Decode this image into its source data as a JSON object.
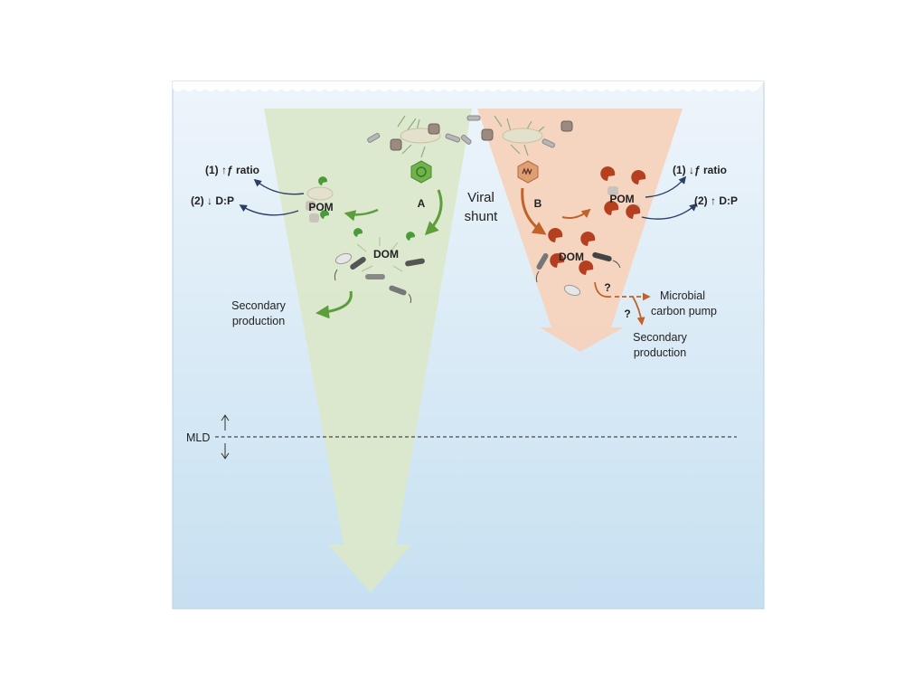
{
  "viral_shunt": {
    "line1": "Viral",
    "line2": "shunt"
  },
  "left": {
    "marker": "A",
    "f_ratio": "(1) ↑ƒ ratio",
    "dp": "(2) ↓ D:P",
    "pom": "POM",
    "dom": "DOM",
    "secondary_line1": "Secondary",
    "secondary_line2": "production"
  },
  "right": {
    "marker": "B",
    "f_ratio": "(1) ↓ƒ ratio",
    "dp": "(2) ↑ D:P",
    "pom": "POM",
    "dom": "DOM",
    "q1": "?",
    "q2": "?",
    "mcp_line1": "Microbial",
    "mcp_line2": "carbon pump",
    "secondary_line1": "Secondary",
    "secondary_line2": "production"
  },
  "mld": "MLD",
  "colors": {
    "green": "#5c9e3c",
    "orange": "#c0622a",
    "navy": "#2c3e66",
    "red_pom": "#b5401f"
  }
}
